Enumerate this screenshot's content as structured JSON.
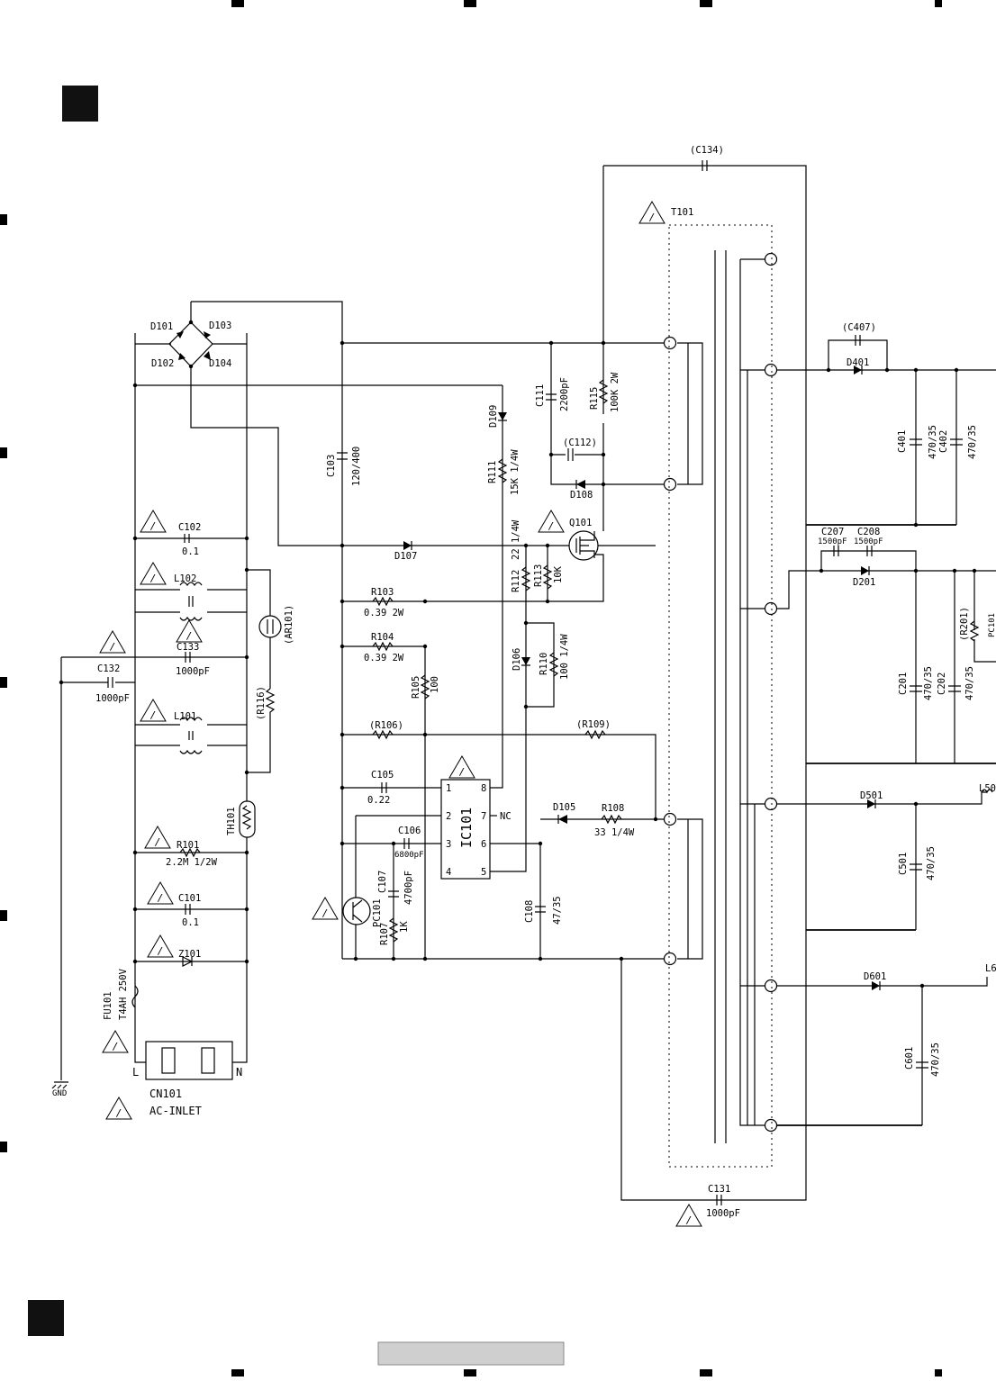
{
  "components": {
    "fuse": {
      "ref": "FU101",
      "value": "T4AH 250V"
    },
    "inlet": {
      "ref": "CN101",
      "value": "AC-INLET",
      "pin_l": "L",
      "pin_n": "N"
    },
    "gnd": "GND",
    "z101": "Z101",
    "c101": {
      "ref": "C101",
      "value": "0.1"
    },
    "r101": {
      "ref": "R101",
      "value": "2.2M 1/2W"
    },
    "th101": "TH101",
    "l101": "L101",
    "l102": "L102",
    "c132": {
      "ref": "C132",
      "value": "1000pF"
    },
    "c133": {
      "ref": "C133",
      "value": "1000pF"
    },
    "c102": {
      "ref": "C102",
      "value": "0.1"
    },
    "r116": "(R116)",
    "ar101": "(AR101)",
    "d101": "D101",
    "d102": "D102",
    "d103": "D103",
    "d104": "D104",
    "c103": {
      "ref": "C103",
      "value": "120/400"
    },
    "r103": {
      "ref": "R103",
      "value": "0.39 2W"
    },
    "r104": {
      "ref": "R104",
      "value": "0.39 2W"
    },
    "r105": {
      "ref": "R105",
      "value": "100"
    },
    "r106": "(R106)",
    "c105": {
      "ref": "C105",
      "value": "0.22"
    },
    "c106": {
      "ref": "C106",
      "value": "6800pF"
    },
    "c107": {
      "ref": "C107",
      "value": "4700pF"
    },
    "pc101": "PC101",
    "r107": {
      "ref": "R107",
      "value": "1K"
    },
    "ic101": {
      "ref": "IC101",
      "nc": "NC",
      "pins": [
        "1",
        "2",
        "3",
        "4",
        "5",
        "6",
        "7",
        "8"
      ]
    },
    "d107": "D107",
    "d109": "D109",
    "r111": {
      "ref": "R111",
      "value": "15K 1/4W"
    },
    "r112": {
      "ref": "R112",
      "value": "22 1/4W"
    },
    "r113": {
      "ref": "R113",
      "value": "10K"
    },
    "d106": "D106",
    "r110": {
      "ref": "R110",
      "value": "100 1/4W"
    },
    "r109": "(R109)",
    "d105": "D105",
    "r108": {
      "ref": "R108",
      "value": "33 1/4W"
    },
    "c108": {
      "ref": "C108",
      "value": "47/35"
    },
    "c111": {
      "ref": "C111",
      "value": "2200pF"
    },
    "r115": {
      "ref": "R115",
      "value": "100K 2W"
    },
    "c112": "(C112)",
    "d108": "D108",
    "q101": "Q101",
    "c134": "(C134)",
    "t101": "T101",
    "c131": {
      "ref": "C131",
      "value": "1000pF"
    },
    "c407": "(C407)",
    "d401": "D401",
    "c401": {
      "ref": "C401",
      "value": "470/35"
    },
    "c402": {
      "ref": "C402",
      "value": "470/35"
    },
    "c207": {
      "ref": "C207",
      "value": "1500pF"
    },
    "c208": {
      "ref": "C208",
      "value": "1500pF"
    },
    "d201": "D201",
    "r201": "(R201)",
    "pc101_right": "PC101",
    "c201": {
      "ref": "C201",
      "value": "470/35"
    },
    "c202": {
      "ref": "C202",
      "value": "470/35"
    },
    "d501": "D501",
    "l501": "L50",
    "c501": {
      "ref": "C501",
      "value": "470/35"
    },
    "d601": "D601",
    "l601": "L6",
    "c601": {
      "ref": "C601",
      "value": "470/35"
    }
  },
  "warning_symbol": "!"
}
